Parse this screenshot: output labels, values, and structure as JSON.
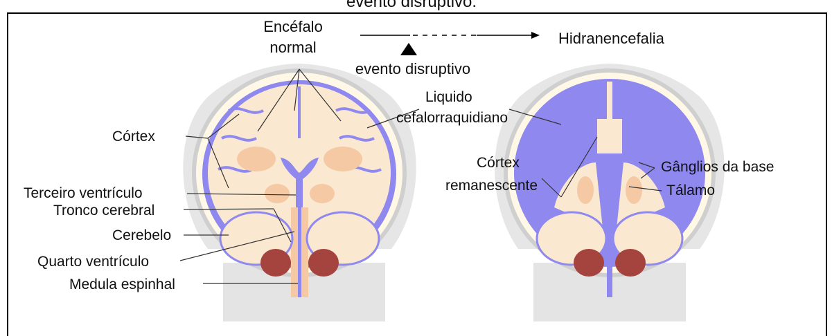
{
  "caption_top": "evento disruptivo.",
  "header": {
    "left_label_line1": "Encéfalo",
    "left_label_line2": "normal",
    "right_label": "Hidranencefalia",
    "event_label": "evento disruptivo"
  },
  "normal_brain": {
    "labels": {
      "cortex": "Córtex",
      "third_ventricle": "Terceiro ventrículo",
      "brainstem": "Tronco cerebral",
      "cerebellum": "Cerebelo",
      "fourth_ventricle": "Quarto ventrículo",
      "spinal_cord": "Medula espinhal"
    }
  },
  "hydranencephaly_brain": {
    "labels": {
      "csf_line1": "Liquido",
      "csf_line2": "cefalorraquidiano",
      "remnant_cortex_line1": "Córtex",
      "remnant_cortex_line2": "remanescente",
      "basal_ganglia": "Gânglios da base",
      "thalamus": "Tálamo"
    }
  },
  "colors": {
    "skull_bone": "#d8d8d8",
    "scalp": "#c8c8c8",
    "csf_blue": "#8f88ef",
    "brain_tissue": "#fbe8d0",
    "gray_matter": "#f4c9a3",
    "cerebellum_red": "#a5443e",
    "outline": "#3a3a3a"
  }
}
